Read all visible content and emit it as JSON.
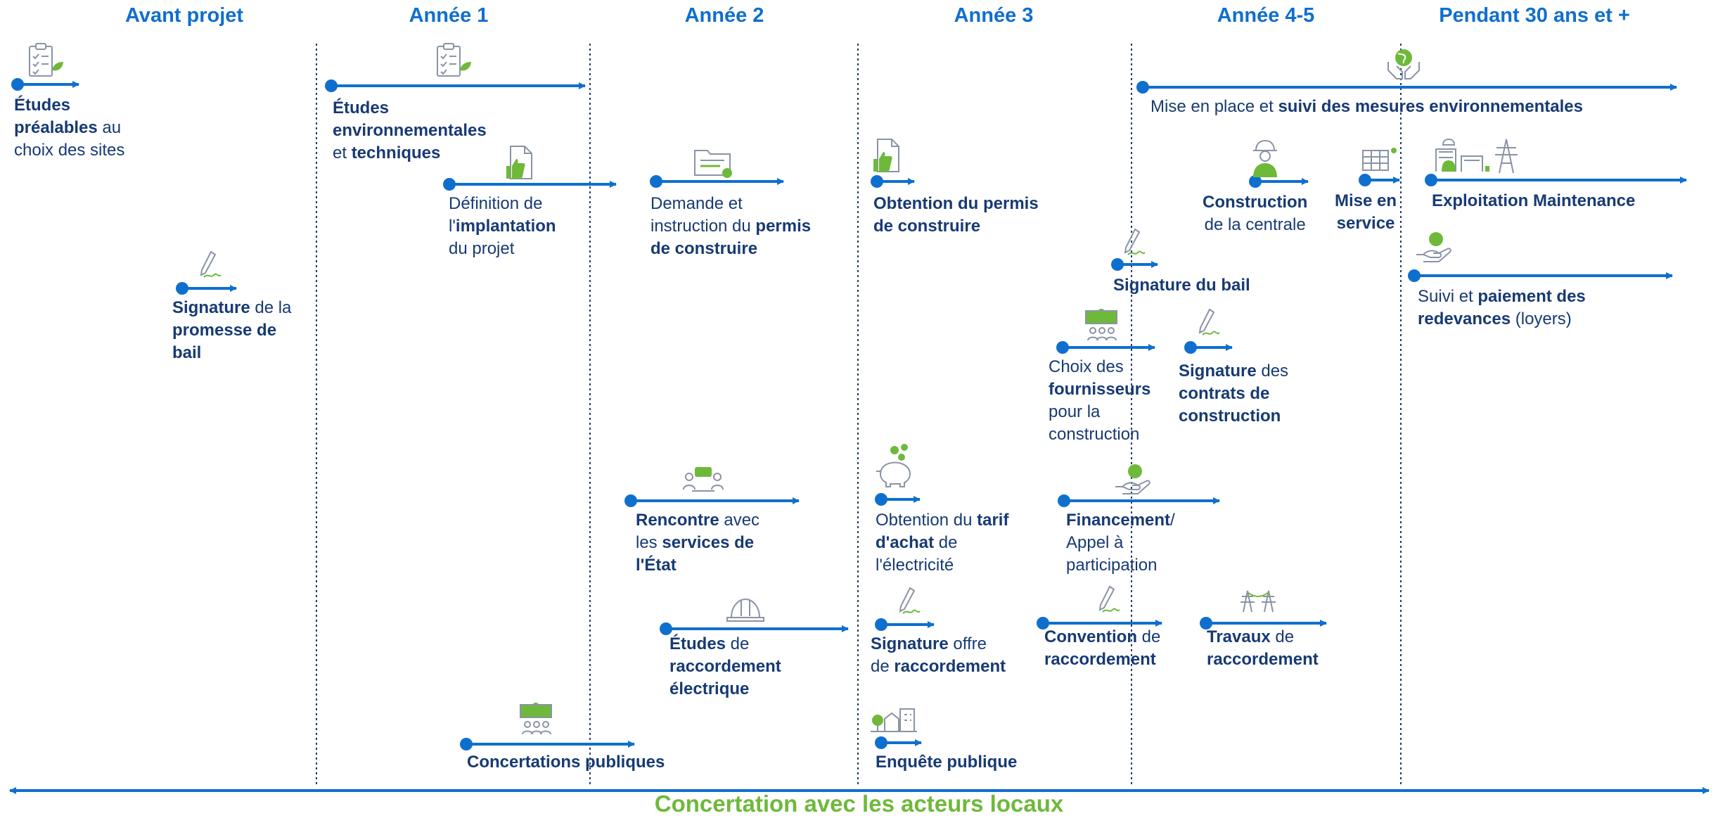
{
  "headers": [
    "Avant projet",
    "Année 1",
    "Année 2",
    "Année 3",
    "Année 4-5",
    "Pendant 30 ans et +"
  ],
  "footer": "Concertation avec les acteurs locaux",
  "steps": {
    "etudes_prealables": [
      {
        "t": "Études",
        "b": true
      },
      {
        "t": "\n"
      },
      {
        "t": "préalables",
        "b": true
      },
      {
        "t": " au"
      },
      {
        "t": "\n"
      },
      {
        "t": "choix des sites"
      }
    ],
    "signature_promesse": [
      {
        "t": "Signature",
        "b": true
      },
      {
        "t": " de la"
      },
      {
        "t": "\n"
      },
      {
        "t": "promesse de",
        "b": true
      },
      {
        "t": "\n"
      },
      {
        "t": "bail",
        "b": true
      }
    ],
    "etudes_env": [
      {
        "t": "Études",
        "b": true
      },
      {
        "t": "\n"
      },
      {
        "t": "environnementales",
        "b": true
      },
      {
        "t": "\n"
      },
      {
        "t": "et "
      },
      {
        "t": "techniques",
        "b": true
      }
    ],
    "definition": [
      {
        "t": "Définition de"
      },
      {
        "t": "\n"
      },
      {
        "t": "l'"
      },
      {
        "t": "implantation",
        "b": true
      },
      {
        "t": "\n"
      },
      {
        "t": "du projet"
      }
    ],
    "concertations": [
      {
        "t": "Concertations publiques",
        "b": true
      }
    ],
    "demande_permis": [
      {
        "t": "Demande et"
      },
      {
        "t": "\n"
      },
      {
        "t": "instruction du "
      },
      {
        "t": "permis",
        "b": true
      },
      {
        "t": "\n"
      },
      {
        "t": "de construire",
        "b": true
      }
    ],
    "rencontre": [
      {
        "t": "Rencontre",
        "b": true
      },
      {
        "t": " avec"
      },
      {
        "t": "\n"
      },
      {
        "t": "les "
      },
      {
        "t": "services de",
        "b": true
      },
      {
        "t": "\n"
      },
      {
        "t": "l'État",
        "b": true
      }
    ],
    "etudes_raccordement": [
      {
        "t": "Études",
        "b": true
      },
      {
        "t": " de"
      },
      {
        "t": "\n"
      },
      {
        "t": "raccordement",
        "b": true
      },
      {
        "t": "\n"
      },
      {
        "t": "électrique",
        "b": true
      }
    ],
    "obtention_permis": [
      {
        "t": "Obtention du permis",
        "b": true
      },
      {
        "t": "\n"
      },
      {
        "t": "de construire",
        "b": true
      }
    ],
    "obtention_tarif": [
      {
        "t": "Obtention du "
      },
      {
        "t": "tarif",
        "b": true
      },
      {
        "t": "\n"
      },
      {
        "t": "d'achat",
        "b": true
      },
      {
        "t": " de"
      },
      {
        "t": "\n"
      },
      {
        "t": "l'électricité"
      }
    ],
    "signature_offre": [
      {
        "t": "Signature",
        "b": true
      },
      {
        "t": " offre"
      },
      {
        "t": "\n"
      },
      {
        "t": "de "
      },
      {
        "t": "raccordement",
        "b": true
      }
    ],
    "enquete": [
      {
        "t": "Enquête publique",
        "b": true
      }
    ],
    "choix_fournisseurs": [
      {
        "t": "Choix des"
      },
      {
        "t": "\n"
      },
      {
        "t": "fournisseurs",
        "b": true
      },
      {
        "t": "\n"
      },
      {
        "t": "pour la"
      },
      {
        "t": "\n"
      },
      {
        "t": "construction"
      }
    ],
    "financement": [
      {
        "t": "Financement",
        "b": true
      },
      {
        "t": "/"
      },
      {
        "t": "\n"
      },
      {
        "t": "Appel à"
      },
      {
        "t": "\n"
      },
      {
        "t": "participation"
      }
    ],
    "convention": [
      {
        "t": "Convention",
        "b": true
      },
      {
        "t": " de"
      },
      {
        "t": "\n"
      },
      {
        "t": "raccordement",
        "b": true
      }
    ],
    "signature_bail": [
      {
        "t": "Signature du bail",
        "b": true
      }
    ],
    "signature_contrats": [
      {
        "t": "Signature",
        "b": true
      },
      {
        "t": " des"
      },
      {
        "t": "\n"
      },
      {
        "t": "contrats de",
        "b": true
      },
      {
        "t": "\n"
      },
      {
        "t": "construction",
        "b": true
      }
    ],
    "construction": [
      {
        "t": "Construction",
        "b": true
      },
      {
        "t": "\n"
      },
      {
        "t": "de la centrale"
      }
    ],
    "travaux": [
      {
        "t": "Travaux",
        "b": true
      },
      {
        "t": " de"
      },
      {
        "t": "\n"
      },
      {
        "t": "raccordement",
        "b": true
      }
    ],
    "mise_en_service": [
      {
        "t": "Mise en",
        "b": true
      },
      {
        "t": "\n"
      },
      {
        "t": "service",
        "b": true
      }
    ],
    "mesures_env": [
      {
        "t": "Mise en place et "
      },
      {
        "t": "suivi des mesures environnementales",
        "b": true
      }
    ],
    "exploitation": [
      {
        "t": "Exploitation Maintenance",
        "b": true
      }
    ],
    "suivi_paiement": [
      {
        "t": "Suivi et "
      },
      {
        "t": "paiement des",
        "b": true
      },
      {
        "t": "\n"
      },
      {
        "t": "redevances",
        "b": true
      },
      {
        "t": " (loyers)"
      }
    ]
  },
  "colors": {
    "blue": "#0f6fce",
    "dark": "#173a74",
    "green": "#6fb93a",
    "gray": "#8a93a6"
  }
}
